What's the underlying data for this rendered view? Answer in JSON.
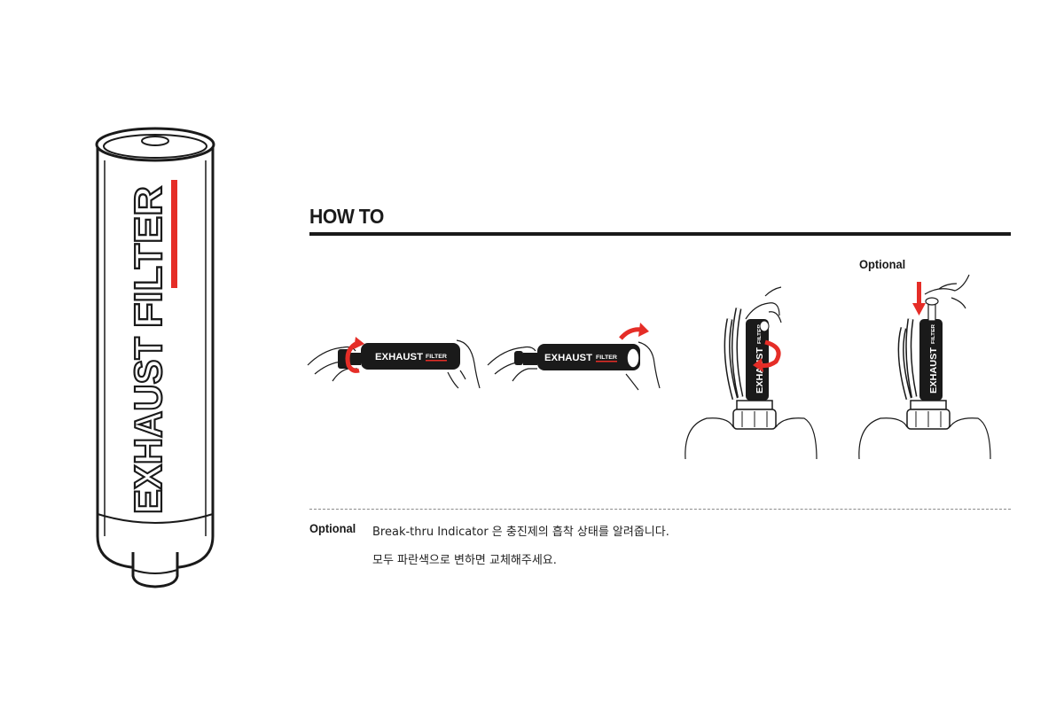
{
  "product": {
    "word1": "EXHAUST",
    "word2": "FILTER",
    "accent_color": "#e52d27",
    "ink_color": "#1a1a1a"
  },
  "howto": {
    "title": "HOW TO",
    "optional_caption": "Optional"
  },
  "steps": [
    {
      "icon": "twist-cap-icon"
    },
    {
      "icon": "remove-cap-icon"
    },
    {
      "icon": "twist-onto-bottle-icon"
    },
    {
      "icon": "press-indicator-icon"
    }
  ],
  "note": {
    "label": "Optional",
    "line1": "Break-thru Indicator 은 충진제의 흡착 상태를 알려줍니다.",
    "line2": "모두 파란색으로 변하면 교체해주세요."
  }
}
